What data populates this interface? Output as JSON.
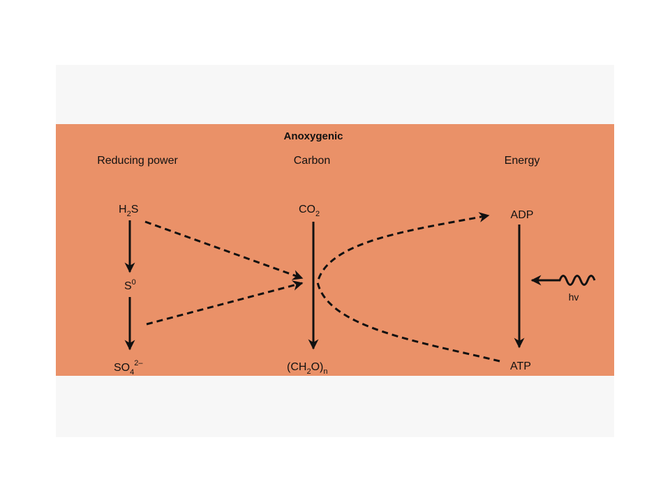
{
  "title": "Anoxygenic",
  "headers": {
    "reducing_power": "Reducing power",
    "carbon": "Carbon",
    "energy": "Energy"
  },
  "species": {
    "h2s": {
      "base": "H",
      "sub": "2",
      "rest": "S"
    },
    "s0": {
      "base": "S",
      "sup": "0"
    },
    "so4": {
      "base": "SO",
      "sub": "4",
      "sup": "2–"
    },
    "co2": {
      "base": "CO",
      "sub": "2"
    },
    "ch2o": {
      "base": "(CH",
      "sub": "2",
      "rest": "O)",
      "sub2": "n"
    },
    "adp": "ADP",
    "atp": "ATP",
    "hv": "hv"
  },
  "colors": {
    "band": "#ea9168",
    "panel": "#f7f7f7",
    "ink": "#111111"
  }
}
